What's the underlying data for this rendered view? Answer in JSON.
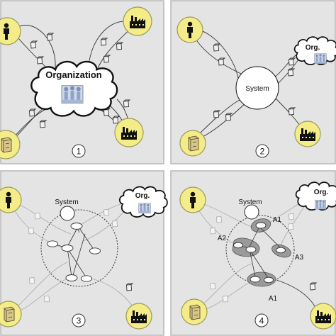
{
  "panels": [
    {
      "number": "1",
      "org_label": "Organization"
    },
    {
      "number": "2",
      "system_label": "System",
      "org_label": "Org."
    },
    {
      "number": "3",
      "system_label": "System",
      "org_label": "Org."
    },
    {
      "number": "4",
      "system_label": "System",
      "org_label": "Org.",
      "activity_labels": [
        "A1",
        "A2",
        "A3",
        "A1"
      ]
    }
  ],
  "colors": {
    "panel_bg": "#e4e4e4",
    "panel_border": "#b7b7b7",
    "actor_circle": "#f4ec88",
    "actor_ring": "#9b9b55",
    "activity_fill": "#9a9a9a",
    "line": "#333333",
    "faint_line": "#a8a8a8"
  },
  "icons": [
    "person-icon",
    "factory-icon",
    "cabinet-icon",
    "people-group-icon"
  ]
}
